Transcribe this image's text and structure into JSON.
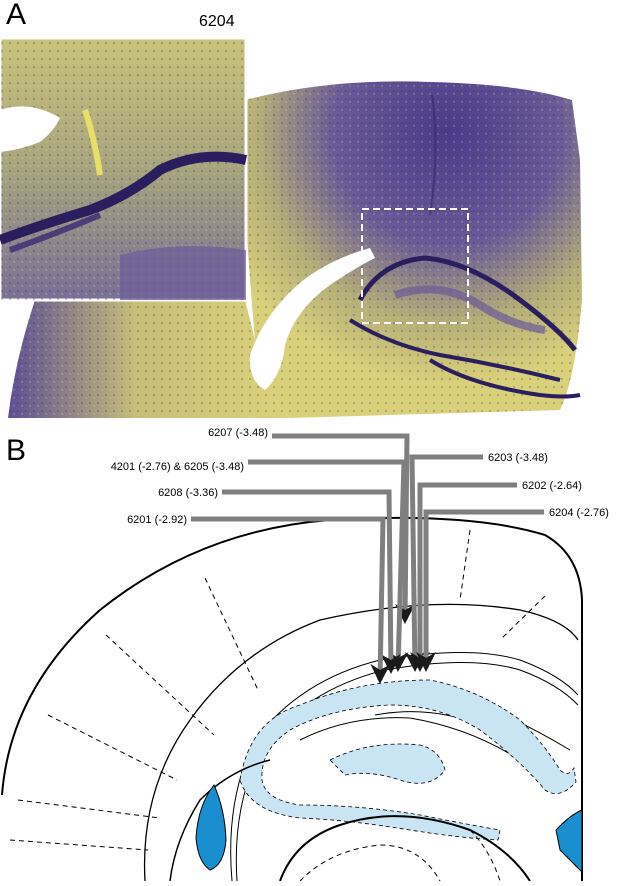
{
  "panel_a": {
    "letter": "A",
    "inset_label": "6204"
  },
  "panel_b": {
    "letter": "B",
    "electrodes": [
      {
        "label": "6207 (-3.48)"
      },
      {
        "label": "4201 (-2.76) & 6205 (-3.48)"
      },
      {
        "label": "6208 (-3.36)"
      },
      {
        "label": "6201 (-2.92)"
      },
      {
        "label": "6203 (-3.48)"
      },
      {
        "label": "6202 (-2.64)"
      },
      {
        "label": "6204 (-2.76)"
      }
    ]
  },
  "colors": {
    "stain_purple": "#4f3f8c",
    "stain_yellow": "#cfc56a",
    "electrode_gray": "#7f7f7f",
    "arrow_tip": "#1a1a1a",
    "dentate_fill": "#c9e4f2",
    "ventricle_blue": "#1a8fd0"
  }
}
